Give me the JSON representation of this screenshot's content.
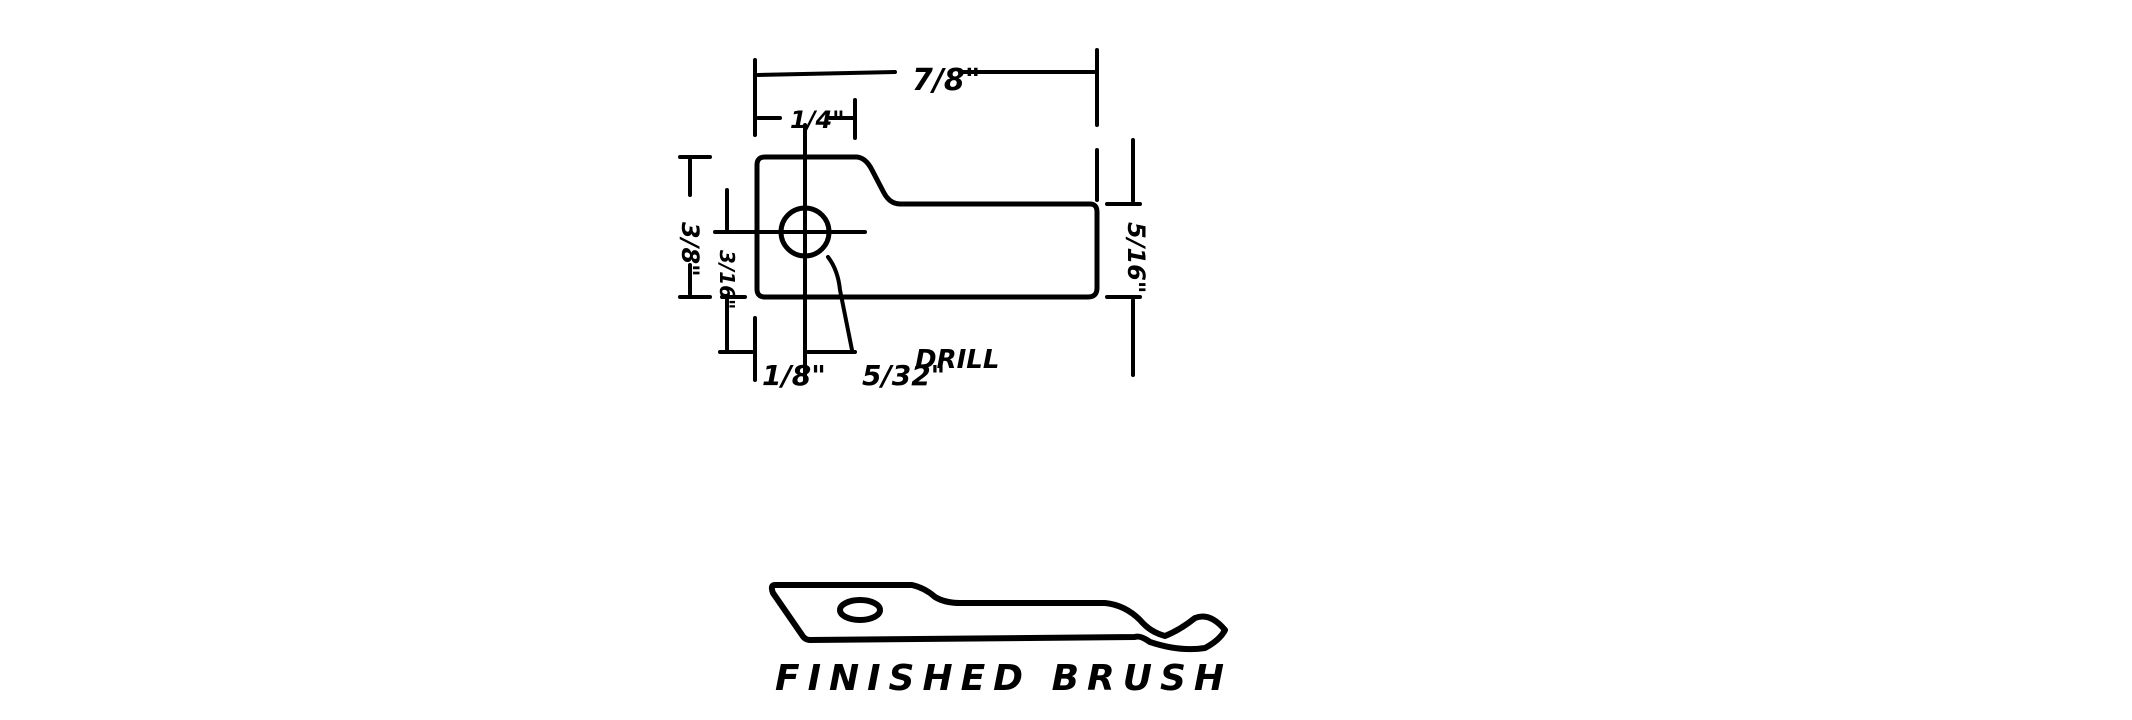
{
  "drawing": {
    "dimensions": {
      "overall_length": "7/8\"",
      "hole_offset_top": "1/4\"",
      "overall_height": "3/8\"",
      "hole_offset_side": "3/16\"",
      "edge_to_hole": "1/8\"",
      "drill_size": "5/32\"",
      "drill_label": "DRILL",
      "arm_width": "5/16\""
    },
    "caption": "FINISHED BRUSH"
  }
}
